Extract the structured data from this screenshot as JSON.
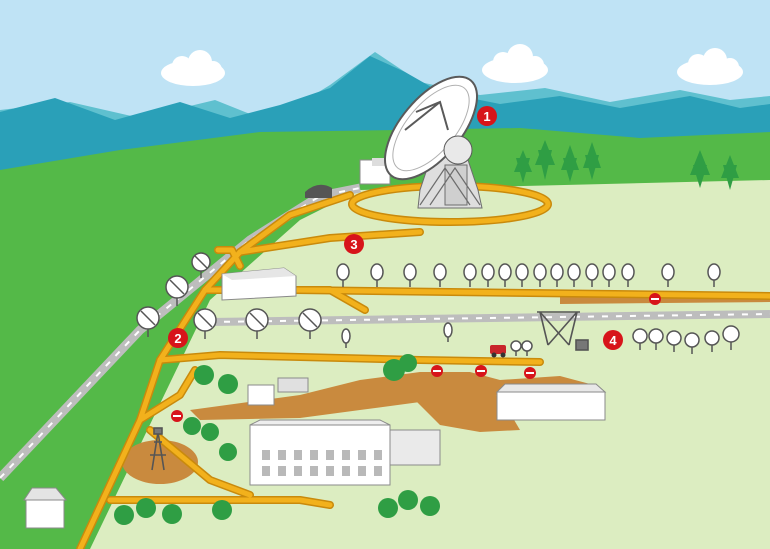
{
  "map": {
    "colors": {
      "sky": "#bfe3f5",
      "mountain": "#2aa0b8",
      "mountain_light": "#5fc0cf",
      "grass": "#54b948",
      "field": "#dcedc1",
      "road": "#f2b11c",
      "road_edge": "#c98a0c",
      "track": "#b8b8b8",
      "dirt": "#c98a3e",
      "marker": "#d7141a",
      "building": "#ffffff",
      "building_edge": "#8a8a8a",
      "tree": "#2f9e44"
    },
    "markers": [
      {
        "label": "1"
      },
      {
        "label": "2"
      },
      {
        "label": "3"
      },
      {
        "label": "4"
      }
    ]
  }
}
